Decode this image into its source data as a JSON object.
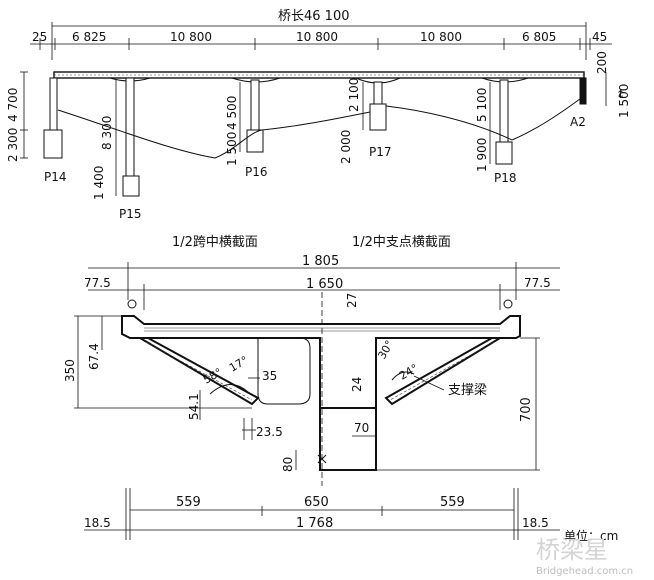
{
  "elevation": {
    "title": "桥长46 100",
    "spans": [
      "25",
      "6 825",
      "10 800",
      "10 800",
      "10 800",
      "6 805",
      "45"
    ],
    "left_vert": [
      "4 700",
      "2 300"
    ],
    "p15_dims": [
      "8 300",
      "1 400"
    ],
    "p16_dims": [
      "4 500",
      "1 500"
    ],
    "p17_dims": [
      "2 100",
      "2 000"
    ],
    "p18_dims": [
      "5 100",
      "1 900"
    ],
    "a2_dims": [
      "200",
      "1 500"
    ],
    "piers": [
      "P14",
      "P15",
      "P16",
      "P17",
      "P18",
      "A2"
    ]
  },
  "section": {
    "title_left": "1/2跨中横截面",
    "title_right": "1/2中支点横截面",
    "top_overall": "1 805",
    "top_inner": "1 650",
    "edge_left": "77.5",
    "edge_right": "77.5",
    "deck_thk": "27",
    "left_height": "350",
    "cant_thk": "67.4",
    "bot_flange": "54.1",
    "web_gap": "23.5",
    "web_thk": "35",
    "strut_dim": "24",
    "slab_70": "70",
    "total_h": "700",
    "bot_80": "80",
    "angle_left_a": "58°",
    "angle_left_b": "17°",
    "angle_right": "30°",
    "angle_right_b": "24°",
    "strut_label": "支撑梁",
    "bottom_spans": [
      "559",
      "650",
      "559"
    ],
    "bottom_overall": "1 768",
    "bot_left": "18.5",
    "bot_right": "18.5",
    "unit_label": "单位：cm"
  },
  "watermark": {
    "cn": "桥梁星",
    "url": "Bridgehead.com.cn"
  }
}
